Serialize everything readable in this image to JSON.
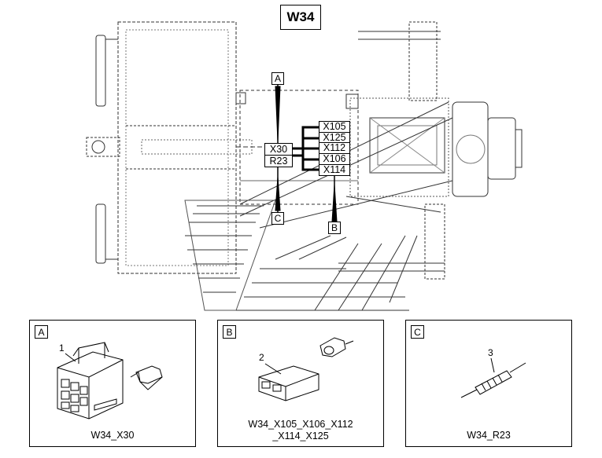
{
  "diagram": {
    "title": "W34",
    "view_tags": {
      "a": "A",
      "b": "B",
      "c": "C"
    },
    "connectors_left": [
      "X30",
      "R23"
    ],
    "connectors_right": [
      "X105",
      "X125",
      "X112",
      "X106",
      "X114"
    ]
  },
  "panels": [
    {
      "tag": "A",
      "callout": "1",
      "caption_line1": "W34_X30",
      "caption_line2": ""
    },
    {
      "tag": "B",
      "callout": "2",
      "caption_line1": "W34_X105_X106_X112",
      "caption_line2": "_X114_X125"
    },
    {
      "tag": "C",
      "callout": "3",
      "caption_line1": "W34_R23",
      "caption_line2": ""
    }
  ]
}
